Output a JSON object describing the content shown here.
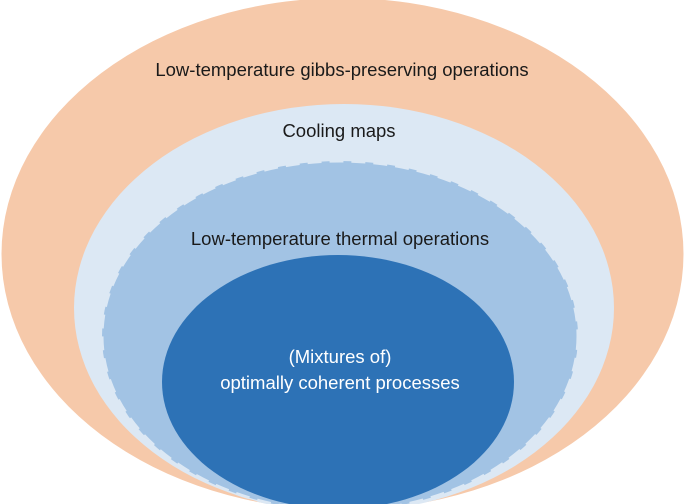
{
  "diagram": {
    "levels": [
      {
        "label": "Low-temperature gibbs-preserving operations",
        "fill": "#f6c9aa",
        "border": "solid"
      },
      {
        "label": "Cooling maps",
        "fill": "#dce8f4",
        "border": "solid"
      },
      {
        "label": "Low-temperature thermal operations",
        "fill": "#a2c3e4",
        "border": "dashed",
        "border_color": "#dce8f4"
      },
      {
        "label_line1": "(Mixtures of)",
        "label_line2": "optimally coherent processes",
        "fill": "#2d72b6",
        "text_color": "#ffffff"
      }
    ]
  }
}
